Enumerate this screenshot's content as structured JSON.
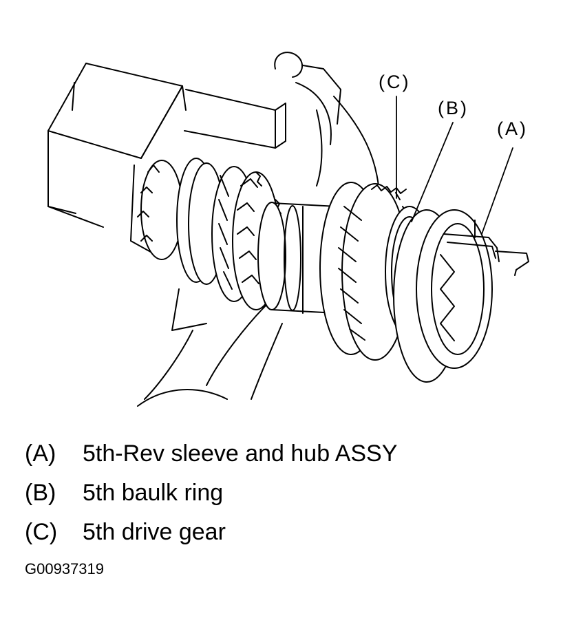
{
  "callouts": {
    "a": "(A)",
    "b": "(B)",
    "c": "(C)"
  },
  "legend": [
    {
      "key": "(A)",
      "text": "5th-Rev sleeve and hub ASSY"
    },
    {
      "key": "(B)",
      "text": "5th baulk ring"
    },
    {
      "key": "(C)",
      "text": "5th drive gear"
    }
  ],
  "figure_code": "G00937319"
}
